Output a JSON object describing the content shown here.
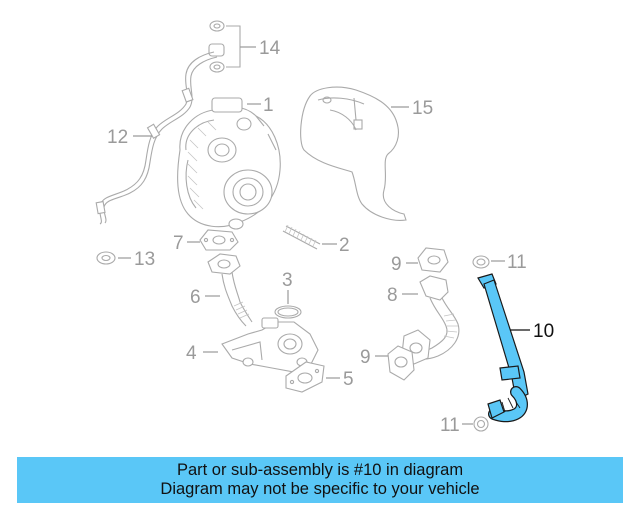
{
  "callouts": [
    {
      "id": "c1",
      "label": "1"
    },
    {
      "id": "c2",
      "label": "2"
    },
    {
      "id": "c3",
      "label": "3"
    },
    {
      "id": "c4",
      "label": "4"
    },
    {
      "id": "c5",
      "label": "5"
    },
    {
      "id": "c6",
      "label": "6"
    },
    {
      "id": "c7",
      "label": "7"
    },
    {
      "id": "c8",
      "label": "8"
    },
    {
      "id": "c9a",
      "label": "9"
    },
    {
      "id": "c9b",
      "label": "9"
    },
    {
      "id": "c10",
      "label": "10"
    },
    {
      "id": "c11a",
      "label": "11"
    },
    {
      "id": "c11b",
      "label": "11"
    },
    {
      "id": "c12",
      "label": "12"
    },
    {
      "id": "c13",
      "label": "13"
    },
    {
      "id": "c14",
      "label": "14"
    },
    {
      "id": "c15",
      "label": "15"
    }
  ],
  "highlight": {
    "part_number": "10",
    "color": "#5ac7f7"
  },
  "banner": {
    "line1": "Part or sub-assembly is #10 in diagram",
    "line2": "Diagram may not be specific to your vehicle"
  }
}
